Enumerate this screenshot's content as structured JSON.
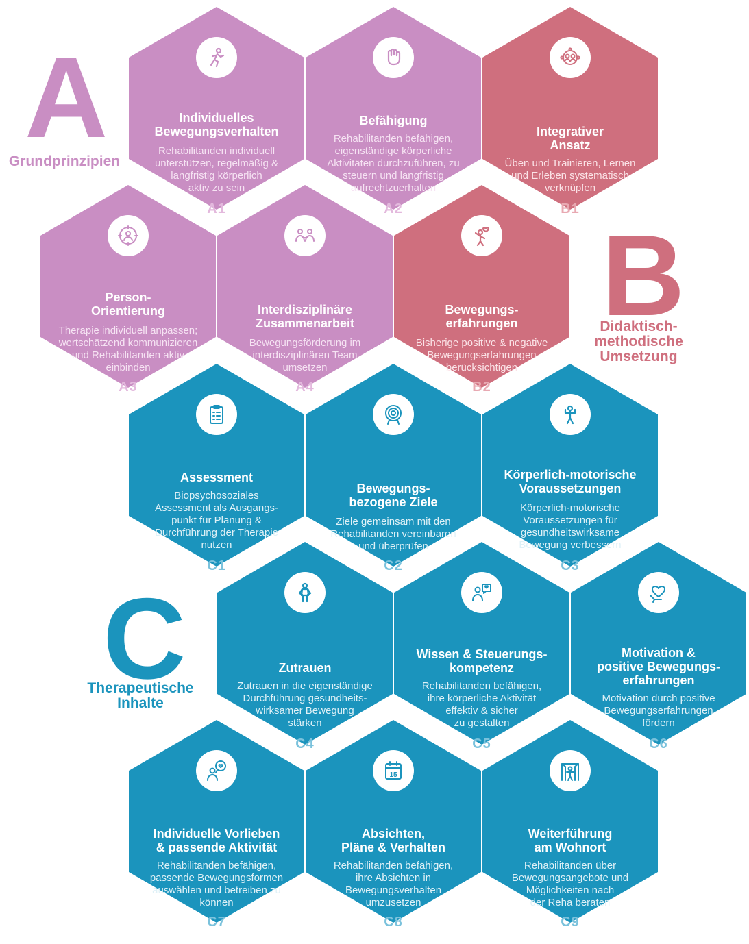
{
  "sections": {
    "a": {
      "letter": "A",
      "label": "Grundprinzipien",
      "color": "#c98ec3"
    },
    "b": {
      "letter": "B",
      "label": "Didaktisch-\nmethodische\nUmsetzung",
      "color": "#cf6f7e"
    },
    "c": {
      "letter": "C",
      "label": "Therapeutische\nInhalte",
      "color": "#1b94bd"
    }
  },
  "hexagons": {
    "a1": {
      "title": "Individuelles\nBewegungsverhalten",
      "desc": "Rehabilitanden individuell\nunterstützen, regelmäßig &\nlangfristig körperlich\naktiv zu sein",
      "code": "A1",
      "icon": "running-person-icon"
    },
    "a2": {
      "title": "Befähigung",
      "desc": "Rehabilitanden befähigen,\neigenständige körperliche\nAktivitäten durchzuführen, zu\nsteuern und langfristig\naufrechtzuerhalten",
      "code": "A2",
      "icon": "raised-fist-icon"
    },
    "b1": {
      "title": "Integrativer\nAnsatz",
      "desc": "Üben und Trainieren, Lernen\nund Erleben systematisch\nverknüpfen",
      "code": "B1",
      "icon": "network-people-icon"
    },
    "a3": {
      "title": "Person-\nOrientierung",
      "desc": "Therapie individuell anpassen;\nwertschätzend kommunizieren\nund Rehabilitanden aktiv\neinbinden",
      "code": "A3",
      "icon": "person-target-icon"
    },
    "a4": {
      "title": "Interdisziplinäre\nZusammenarbeit",
      "desc": "Bewegungsförderung im\ninterdisziplinären Team\numsetzen",
      "code": "A4",
      "icon": "team-people-icon"
    },
    "b2": {
      "title": "Bewegungs-\nerfahrungen",
      "desc": "Bisherige positive & negative\nBewegungserfahrungen\nberücksichtigen",
      "code": "B2",
      "icon": "person-heart-icon"
    },
    "c1": {
      "title": "Assessment",
      "desc": "Biopsychosoziales\nAssessment als Ausgangs-\npunkt für Planung &\nDurchführung der Therapie\nnutzen",
      "code": "C1",
      "icon": "clipboard-icon"
    },
    "c2": {
      "title": "Bewegungs-\nbezogene Ziele",
      "desc": "Ziele gemeinsam mit den\nRehabilitanden vereinbaren\nund überprüfen",
      "code": "C2",
      "icon": "target-icon"
    },
    "c3": {
      "title": "Körperlich-motorische\nVoraussetzungen",
      "desc": "Körperlich-motorische\nVoraussetzungen für\ngesundheitswirksame\nBewegung verbessern",
      "code": "C3",
      "icon": "strong-person-icon"
    },
    "c4": {
      "title": "Zutrauen",
      "desc": "Zutrauen in die eigenständige\nDurchführung gesundheits-\nwirksamer Bewegung\nstärken",
      "code": "C4",
      "icon": "confident-person-icon"
    },
    "c5": {
      "title": "Wissen & Steuerungs-\nkompetenz",
      "desc": "Rehabilitanden befähigen,\nihre körperliche Aktivität\neffektiv & sicher\nzu gestalten",
      "code": "C5",
      "icon": "person-heart-speech-icon"
    },
    "c6": {
      "title": "Motivation &\npositive Bewegungs-\nerfahrungen",
      "desc": "Motivation durch positive\nBewegungserfahrungen\nfördern",
      "code": "C6",
      "icon": "hand-heart-icon"
    },
    "c7": {
      "title": "Individuelle Vorlieben\n& passende Aktivität",
      "desc": "Rehabilitanden befähigen,\npassende Bewegungsformen\nauswählen und betreiben zu\nkönnen",
      "code": "C7",
      "icon": "person-heart-bubble-icon"
    },
    "c8": {
      "title": "Absichten,\nPläne & Verhalten",
      "desc": "Rehabilitanden befähigen,\nihre Absichten in\nBewegungsverhalten\numzusetzen",
      "code": "C8",
      "icon": "calendar-15-icon",
      "icon_text": "15"
    },
    "c9": {
      "title": "Weiterführung\nam Wohnort",
      "desc": "Rehabilitanden über\nBewegungsangebote und\nMöglichkeiten nach\nder Reha beraten",
      "code": "C9",
      "icon": "person-doorway-icon"
    }
  }
}
